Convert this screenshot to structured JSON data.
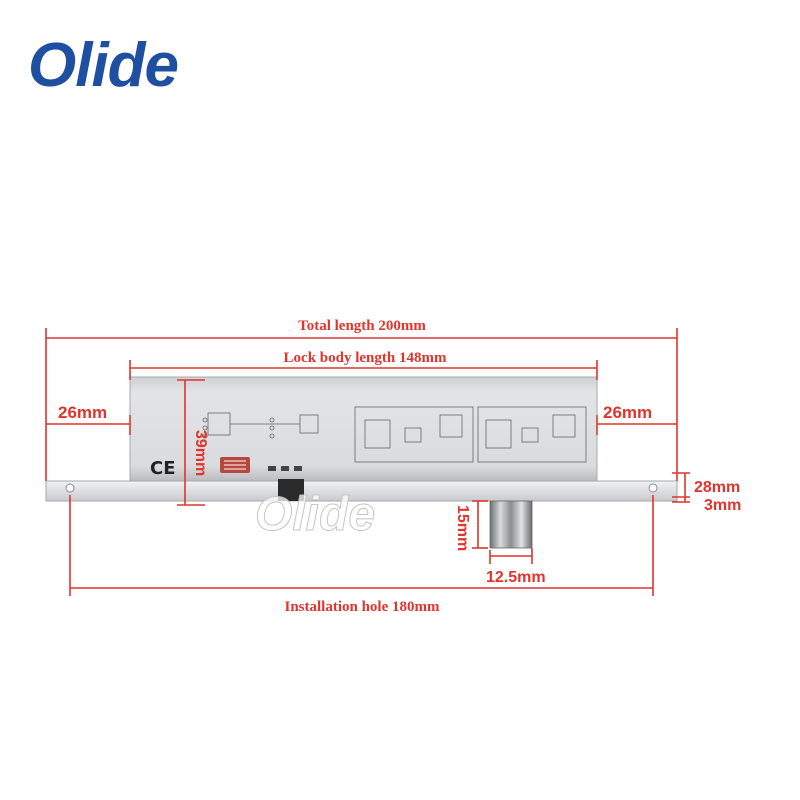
{
  "brand": {
    "logo_text": "Olide",
    "watermark_text": "Olide",
    "color": "#1f4fa0"
  },
  "colors": {
    "dimension": "#e0342c",
    "body": "#dcdde0",
    "plate": "#e6e7ea"
  },
  "dimensions": {
    "total_length": "Total length 200mm",
    "lock_body_length": "Lock body length 148mm",
    "left_margin": "26mm",
    "right_margin": "26mm",
    "body_height": "39mm",
    "overall_height": "28mm",
    "plate_thickness": "3mm",
    "bolt_length": "15mm",
    "bolt_diameter": "12.5mm",
    "installation_hole": "Installation hole 180mm"
  },
  "markings": {
    "ce_mark": "CE"
  }
}
